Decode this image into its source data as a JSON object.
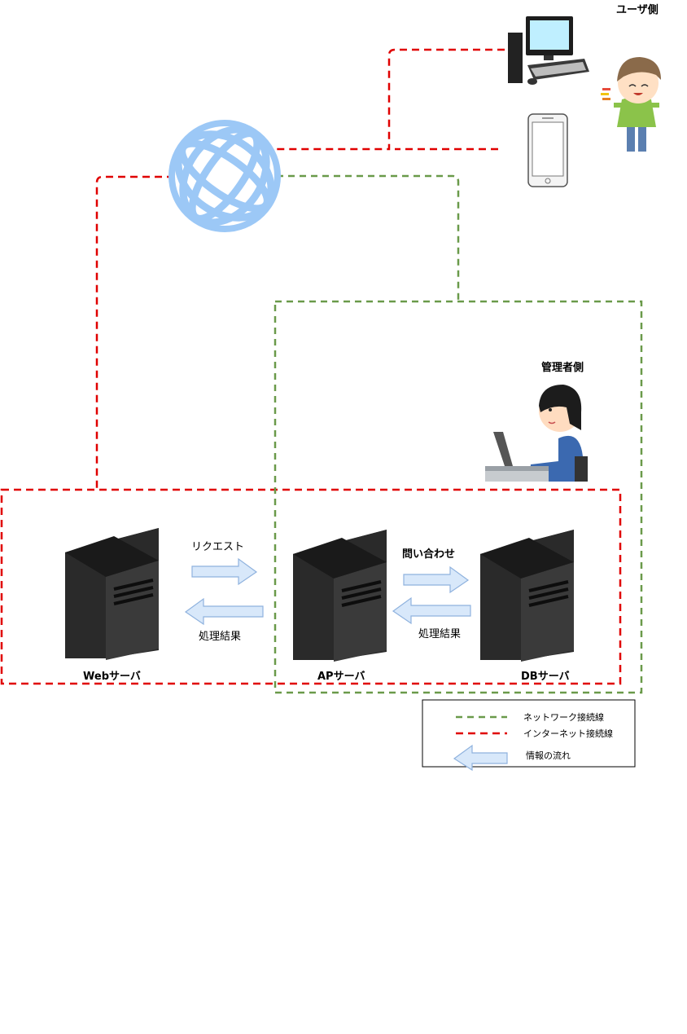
{
  "labels": {
    "user_side": "ユーザ側",
    "admin_side": "管理者側",
    "request": "リクエスト",
    "process_result_1": "処理結果",
    "inquiry": "問い合わせ",
    "process_result_2": "処理結果",
    "web_server": "Webサーバ",
    "ap_server": "APサーバ",
    "db_server": "DBサーバ"
  },
  "legend": {
    "network_line": "ネットワーク接続線",
    "internet_line": "インターネット接続線",
    "info_flow": "情報の流れ"
  },
  "colors": {
    "internet_line": "#e00000",
    "network_line": "#6a9a4a",
    "arrow_fill": "#d8e8fa",
    "arrow_stroke": "#8fb2de",
    "globe": "#9cc8f6",
    "server": "#2a2a2a"
  },
  "icons": {
    "globe": "globe-icon",
    "desktop": "desktop-computer-icon",
    "phone": "smartphone-icon",
    "user": "user-person-icon",
    "admin": "admin-person-icon",
    "server": "server-tower-icon"
  }
}
